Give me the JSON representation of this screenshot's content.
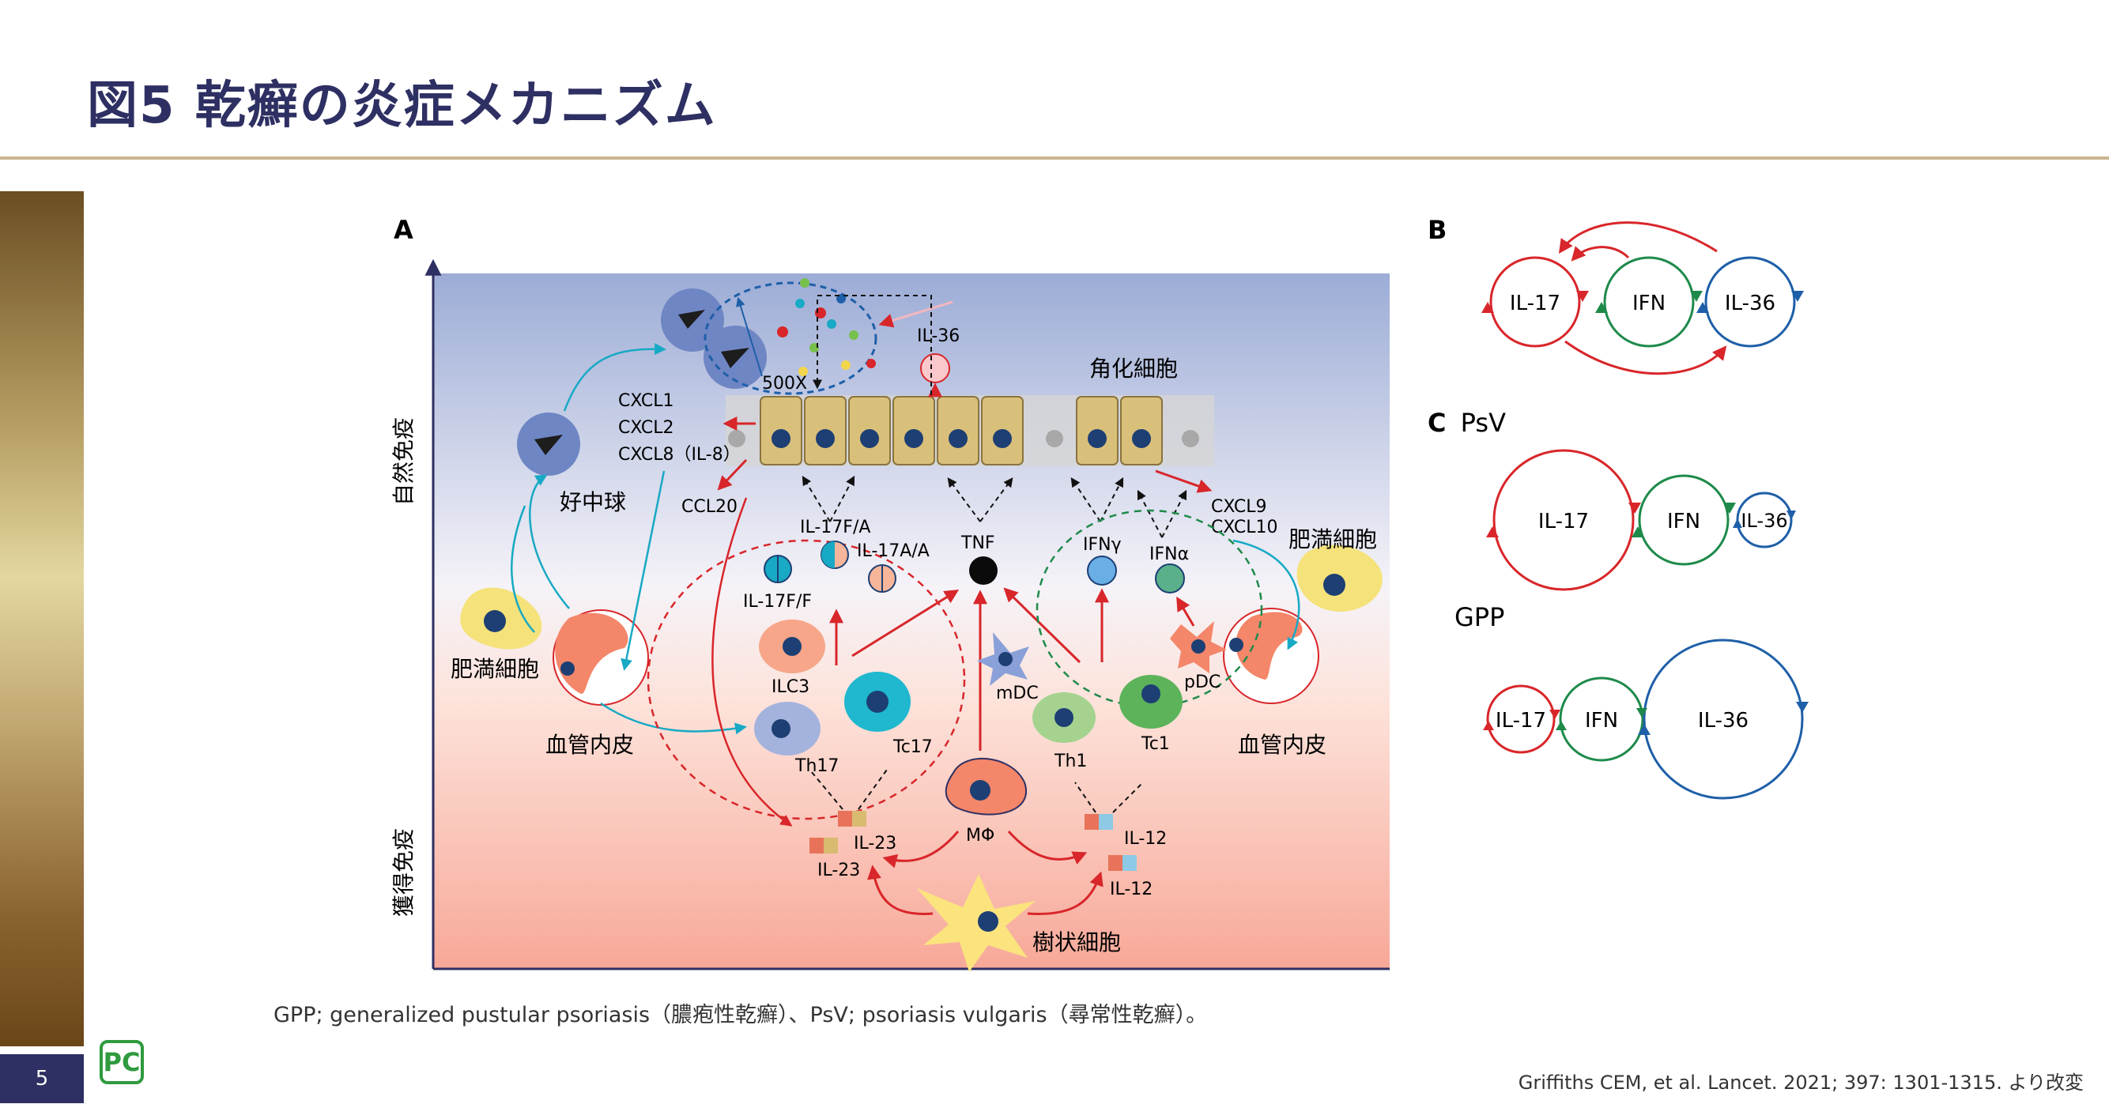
{
  "header": {
    "title": "図5 乾癬の炎症メカニズム"
  },
  "page_number": "5",
  "logo_text": "PC",
  "footnote": "GPP; generalized pustular psoriasis（膿疱性乾癬）、PsV; psoriasis vulgaris（尋常性乾癬）。",
  "citation": "Griffiths CEM, et al. Lancet. 2021; 397: 1301-1315. より改変",
  "panel_a": {
    "label": "A",
    "axis_top": "自然免疫",
    "axis_bottom": "獲得免疫",
    "keratinocyte": "角化細胞",
    "il36": "IL-36",
    "mag": "500X",
    "cxcl_left": [
      "CXCL1",
      "CXCL2",
      "CXCL8（IL-8）"
    ],
    "ccl20": "CCL20",
    "neutrophil": "好中球",
    "mast_left": "肥満細胞",
    "mast_right": "肥満細胞",
    "endo_left": "血管内皮",
    "endo_right": "血管内皮",
    "il17fa": "IL-17F/A",
    "il17aa": "IL-17A/A",
    "il17ff": "IL-17F/F",
    "tnf": "TNF",
    "ifng": "IFNγ",
    "ifna": "IFNα",
    "cxcl_right": [
      "CXCL9",
      "CXCL10"
    ],
    "ilc3": "ILC3",
    "th17": "Th17",
    "tc17": "Tc17",
    "mdc": "mDC",
    "th1": "Th1",
    "tc1": "Tc1",
    "pdc": "pDC",
    "mphi": "MΦ",
    "il23_a": "IL-23",
    "il23_b": "IL-23",
    "il12_a": "IL-12",
    "il12_b": "IL-12",
    "dendritic": "樹状細胞"
  },
  "panel_b": {
    "label": "B",
    "nodes": [
      "IL-17",
      "IFN",
      "IL-36"
    ]
  },
  "panel_c": {
    "label": "C",
    "psv_title": "PsV",
    "psv_nodes": [
      "IL-17",
      "IFN",
      "IL-36"
    ],
    "gpp_title": "GPP",
    "gpp_nodes": [
      "IL-17",
      "IFN",
      "IL-36"
    ]
  },
  "colors": {
    "red": "#d8262a",
    "green": "#1e8a4a",
    "blue": "#1e5fa8",
    "navy": "#2e2f62",
    "teal": "#18a9c4"
  }
}
